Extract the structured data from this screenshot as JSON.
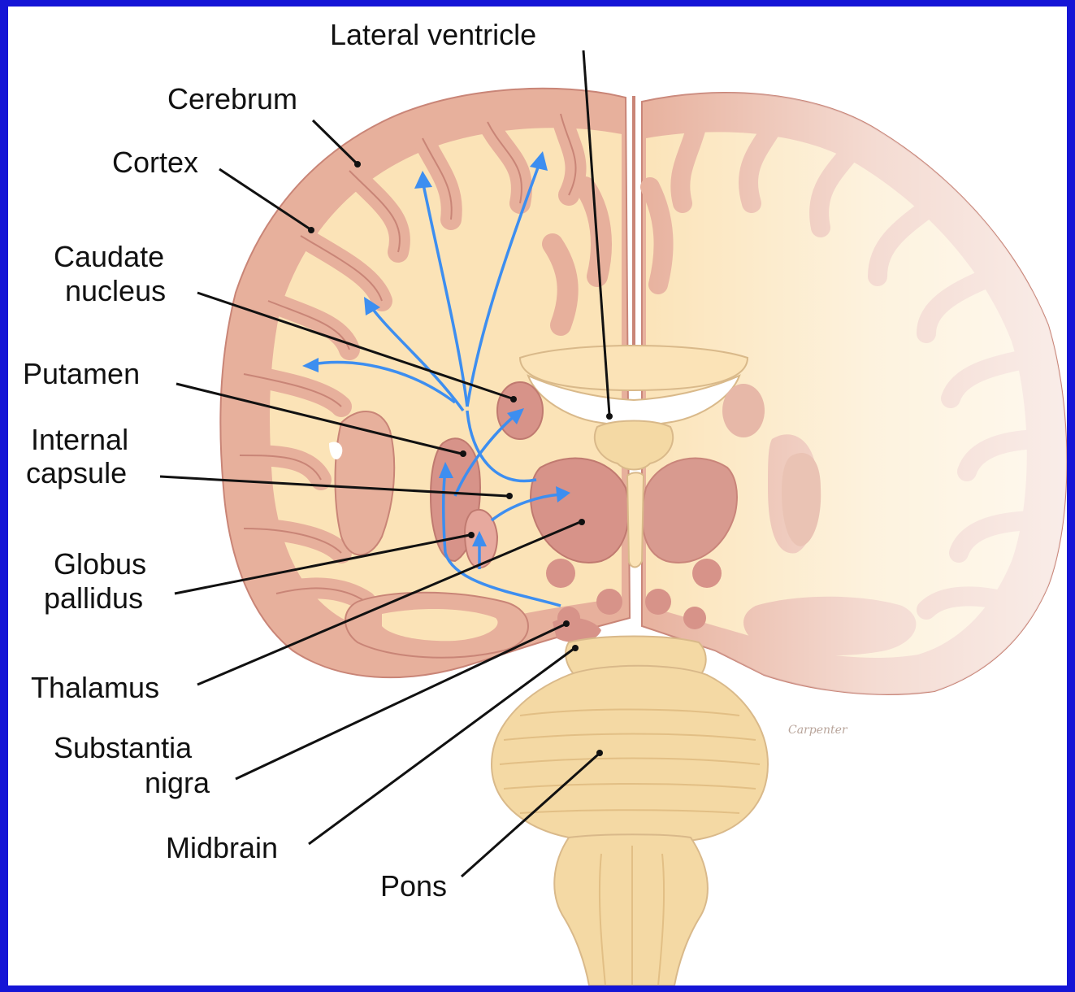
{
  "labels": {
    "lateral_ventricle": "Lateral ventricle",
    "cerebrum": "Cerebrum",
    "cortex": "Cortex",
    "caudate_nucleus_line1": "Caudate",
    "caudate_nucleus_line2": "nucleus",
    "putamen": "Putamen",
    "internal_capsule_line1": "Internal",
    "internal_capsule_line2": "capsule",
    "globus_pallidus_line1": "Globus",
    "globus_pallidus_line2": "pallidus",
    "thalamus": "Thalamus",
    "substantia_nigra_line1": "Substantia",
    "substantia_nigra_line2": "nigra",
    "midbrain": "Midbrain",
    "pons": "Pons"
  },
  "artist_signature": "Carpenter",
  "colors": {
    "border": "#1515d6",
    "background": "#ffffff",
    "cortex_gray_matter": "#e7b09c",
    "white_matter": "#fbe3b7",
    "deep_nuclei": "#d79389",
    "brainstem": "#f4d9a4",
    "tract_arrows": "#3d8ef0",
    "label_text": "#111111"
  }
}
